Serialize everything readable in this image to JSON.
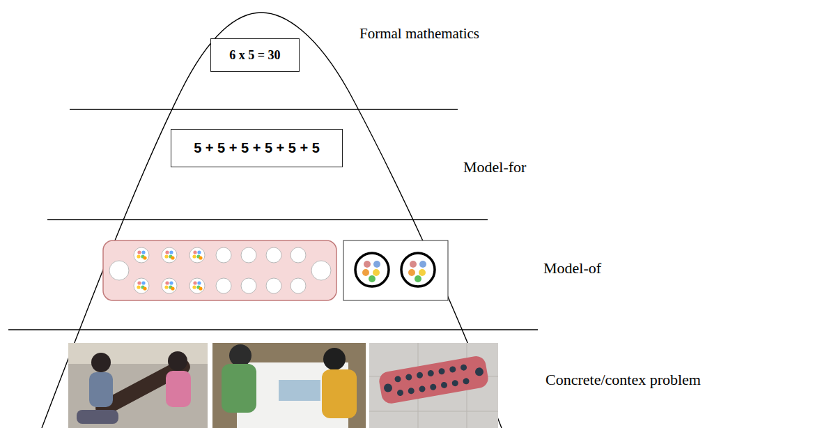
{
  "diagram": {
    "nodes": [
      {
        "text": [
          "6 x 5 = 30"
        ]
      },
      {
        "text": [
          "5 + 5 + 5 + 5 + 5 + 5"
        ]
      }
    ],
    "labels": [
      "Formal mathematics",
      "Model-for",
      "Model-of",
      "Concrete/contex problem"
    ]
  }
}
